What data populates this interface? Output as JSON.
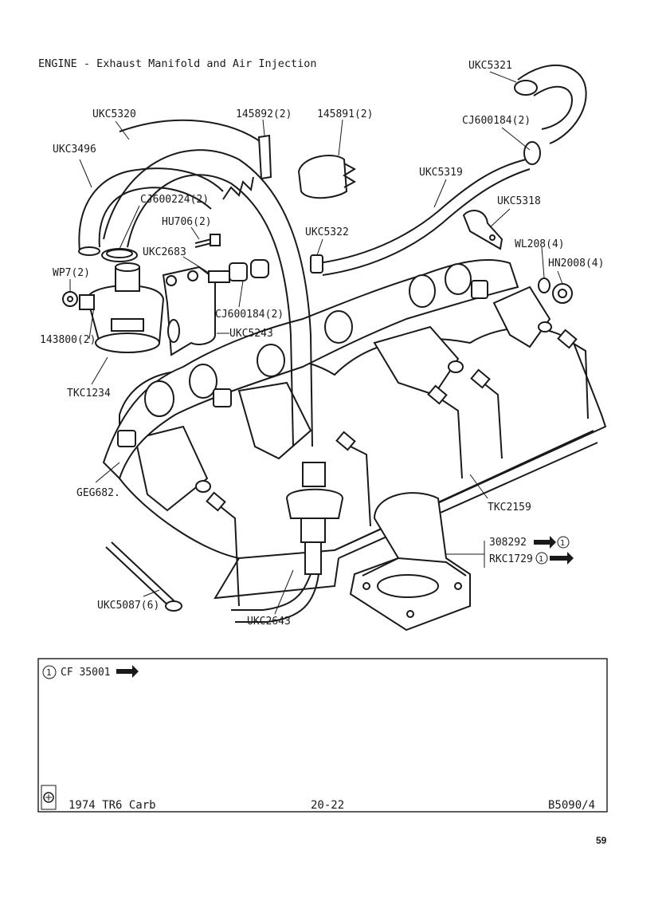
{
  "header": {
    "title": "ENGINE - Exhaust Manifold and Air Injection"
  },
  "callouts": {
    "ukc5321": "UKC5321",
    "ukc5320": "UKC5320",
    "p145892": "145892(2)",
    "p145891": "145891(2)",
    "cj600184_top": "CJ600184(2)",
    "ukc3496": "UKC3496",
    "cj600224": "CJ600224(2)",
    "ukc5319": "UKC5319",
    "hu706": "HU706(2)",
    "ukc5318": "UKC5318",
    "ukc5322": "UKC5322",
    "ukc2683": "UKC2683",
    "wl208": "WL208(4)",
    "wp7": "WP7(2)",
    "hn2008": "HN2008(4)",
    "cj600184_mid": "CJ600184(2)",
    "ukc5243": "UKC5243",
    "p143800": "143800(2)",
    "tkc1234": "TKC1234",
    "geg682": "GEG682.",
    "tkc2159": "TKC2159",
    "p308292": "308292",
    "rkc1729": "RKC1729",
    "ukc5087": "UKC5087(6)",
    "ukc2643": "UKC2643"
  },
  "note_box": {
    "note_ref": "1",
    "note_text": "CF 35001"
  },
  "footer": {
    "model": "1974 TR6  Carb",
    "page_ref": "20-22",
    "plate_ref": "B5090/4",
    "page_number": "59"
  }
}
